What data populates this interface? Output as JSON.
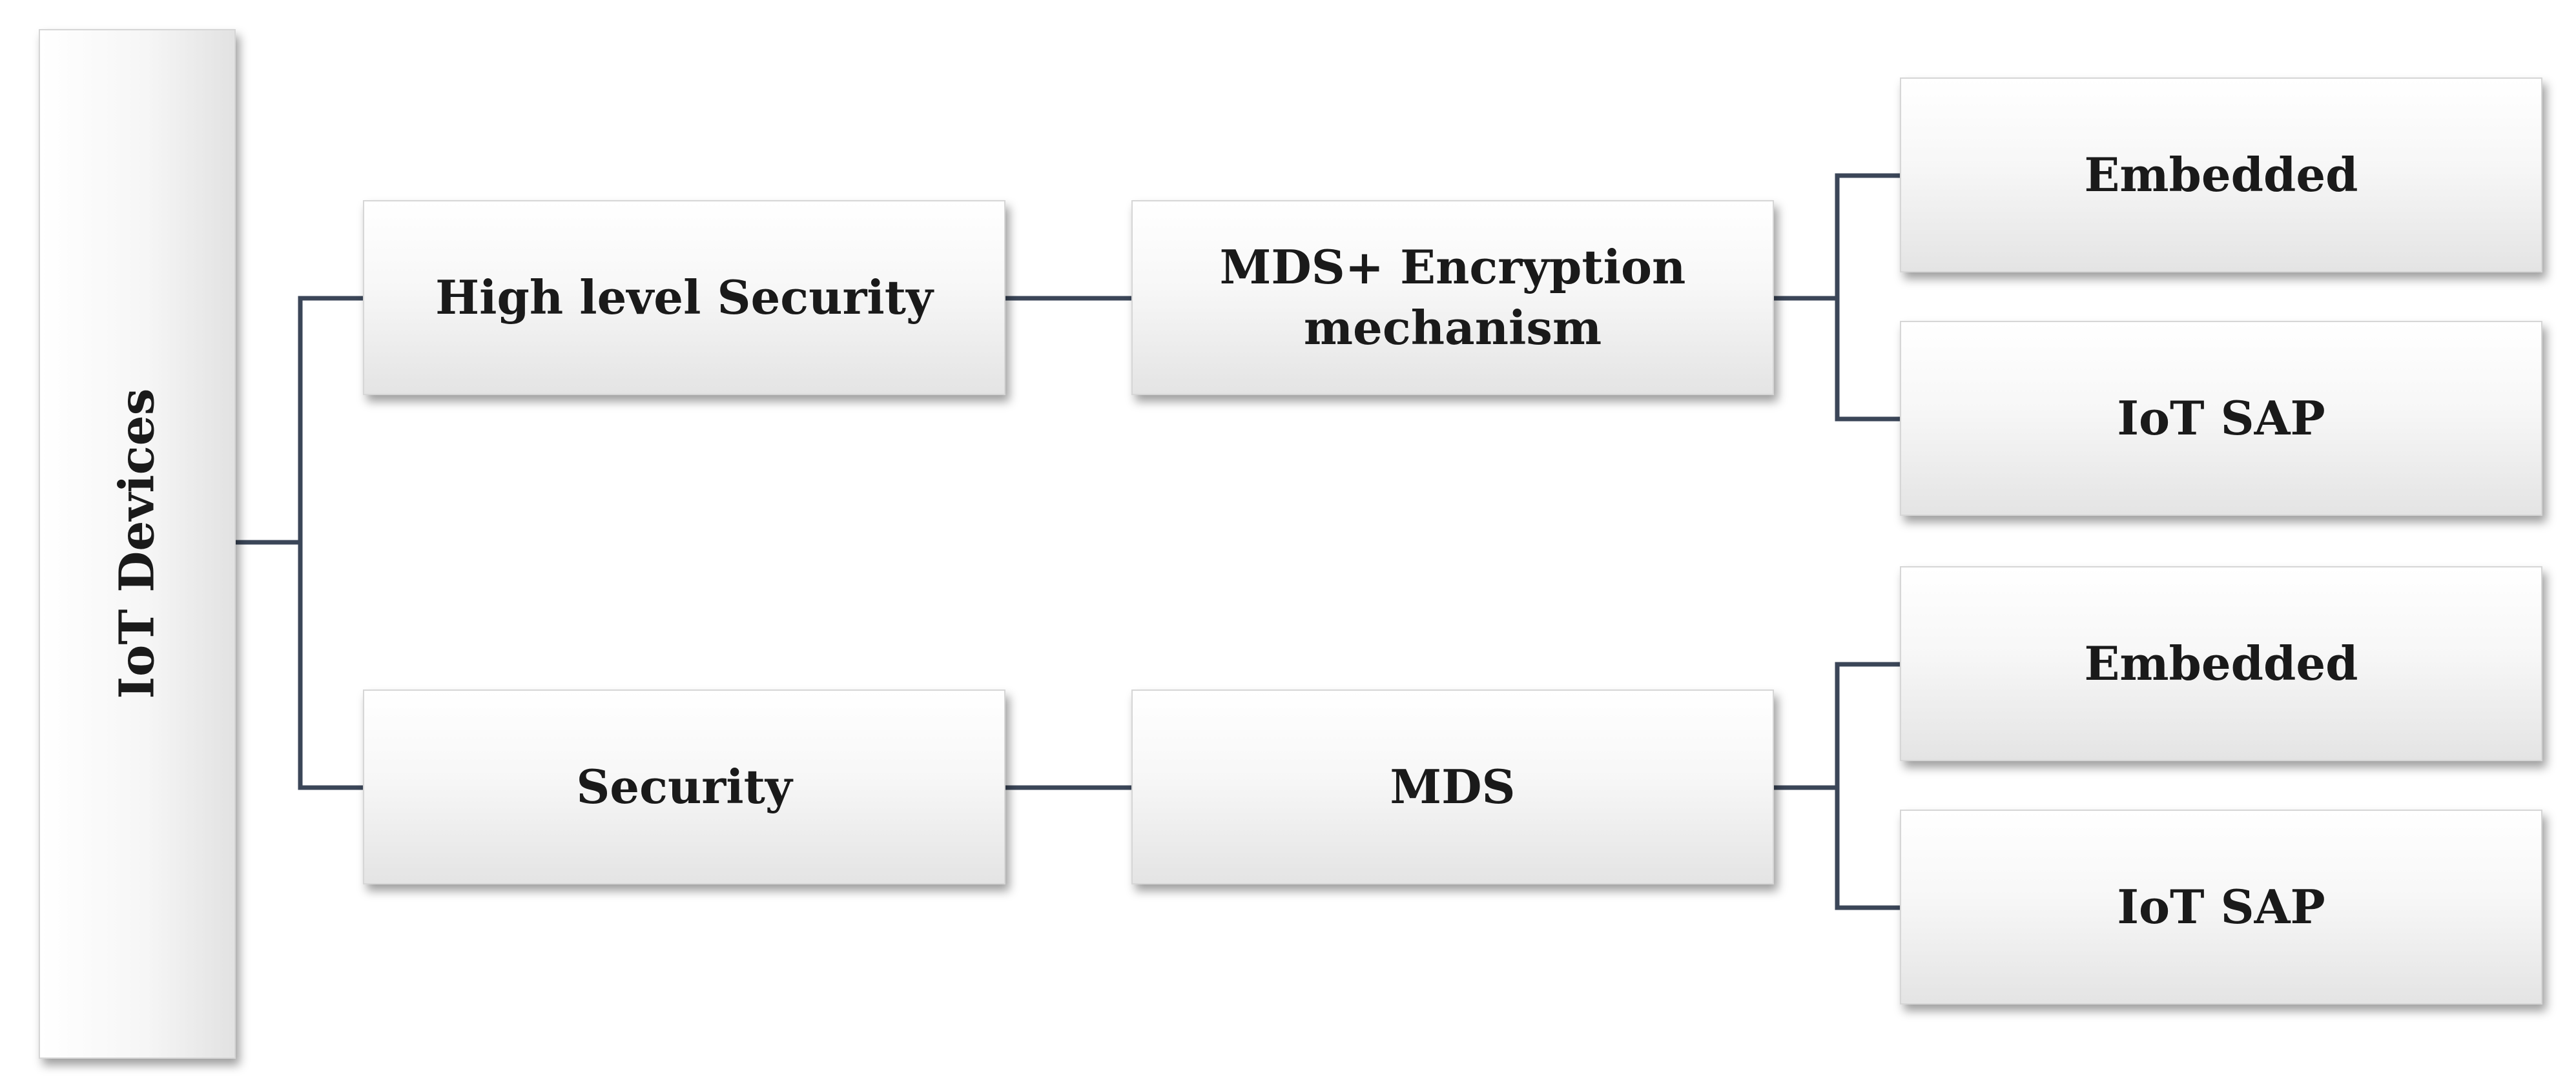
{
  "diagram": {
    "root": {
      "label": "IoT Devices"
    },
    "branches": [
      {
        "level": "High level Security",
        "mechanism": "MDS+ Encryption\nmechanism",
        "leaves": [
          "Embedded",
          "IoT SAP"
        ]
      },
      {
        "level": "Security",
        "mechanism": "MDS",
        "leaves": [
          "Embedded",
          "IoT  SAP"
        ]
      }
    ],
    "colors": {
      "connector": "#3b4658",
      "box_border": "#d6d6d6",
      "text": "#1a1a1a"
    }
  }
}
